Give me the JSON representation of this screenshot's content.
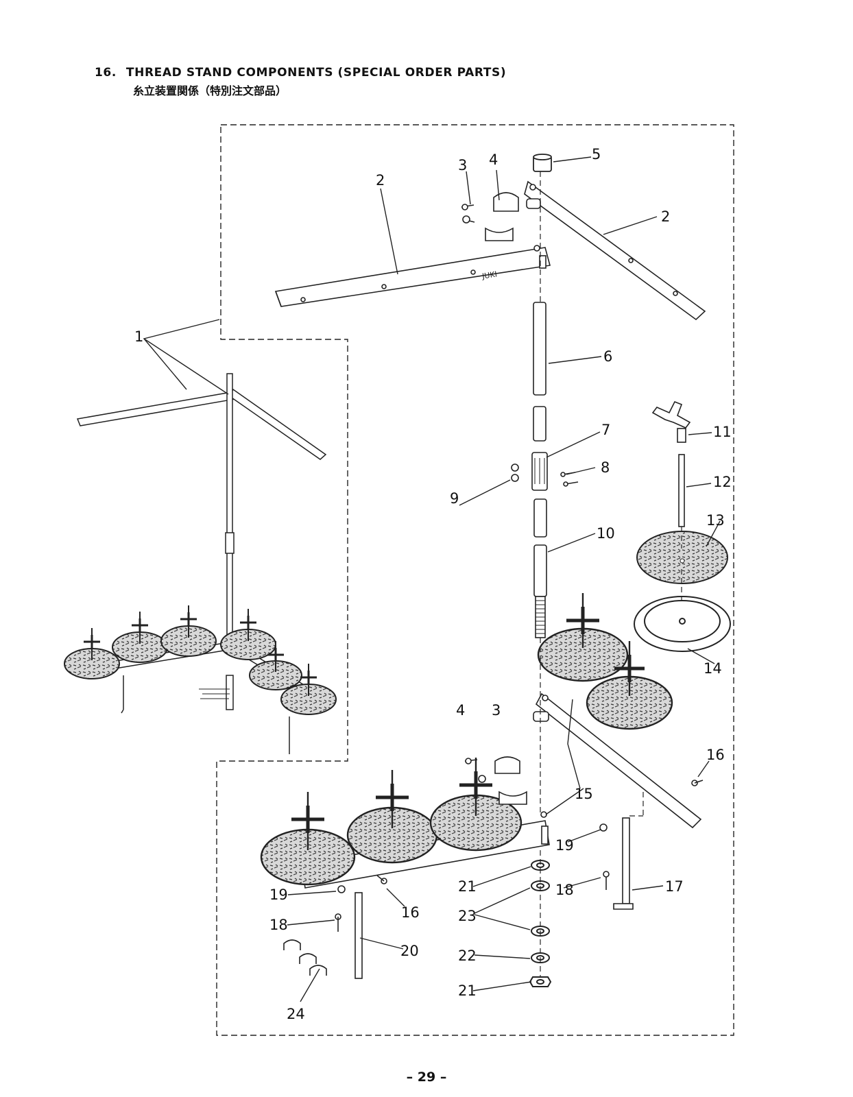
{
  "title": {
    "number": "16.",
    "english": "THREAD STAND COMPONENTS (SPECIAL ORDER PARTS)",
    "japanese": "糸立装置関係（特別注文部品）"
  },
  "brand_mark": "JUKI",
  "callouts": {
    "c1": "1",
    "c2a": "2",
    "c2b": "2",
    "c3a": "3",
    "c3b": "3",
    "c4a": "4",
    "c4b": "4",
    "c5": "5",
    "c6": "6",
    "c7": "7",
    "c8": "8",
    "c9": "9",
    "c10": "10",
    "c11": "11",
    "c12": "12",
    "c13": "13",
    "c14": "14",
    "c15": "15",
    "c16a": "16",
    "c16b": "16",
    "c17": "17",
    "c18a": "18",
    "c18b": "18",
    "c19a": "19",
    "c19b": "19",
    "c20": "20",
    "c21a": "21",
    "c21b": "21",
    "c22": "22",
    "c23": "23",
    "c24": "24"
  },
  "page_number": "– 29 –"
}
